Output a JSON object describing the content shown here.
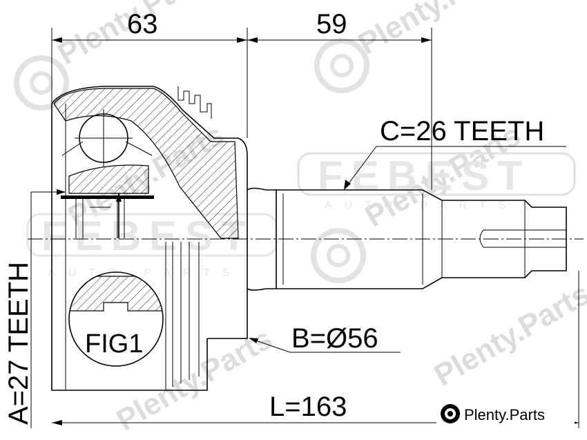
{
  "dimensions": {
    "housing_length": "63",
    "shaft_length": "59",
    "spline_outer": "C=26 TEETH",
    "seal_diameter": "B=Ø56",
    "spline_inner": "A=27 TEETH",
    "overall_length": "L=163"
  },
  "figure_label": "FIG1",
  "watermark": {
    "site_text": "Plenty.Parts",
    "brand_text": "FEBEST",
    "brand_sub": "AUTO PARTS"
  },
  "logo": {
    "text": "Plenty.Parts",
    "icon": "brake-disc-icon"
  }
}
